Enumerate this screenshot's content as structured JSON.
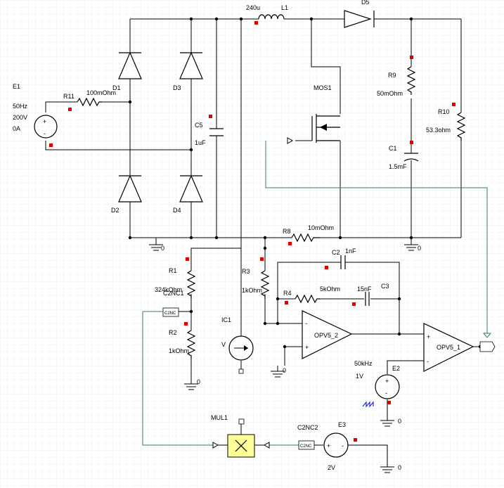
{
  "components": {
    "E1": {
      "name": "E1",
      "freq": "50Hz",
      "voltage": "200V",
      "phase": "0A"
    },
    "R11": {
      "name": "R11",
      "value": "100mOhm"
    },
    "D1": {
      "name": "D1"
    },
    "D2": {
      "name": "D2"
    },
    "D3": {
      "name": "D3"
    },
    "D4": {
      "name": "D4"
    },
    "D5": {
      "name": "D5"
    },
    "C5": {
      "name": "C5",
      "value": "1uF"
    },
    "L1": {
      "name": "L1",
      "value": "240u"
    },
    "MOS1": {
      "name": "MOS1"
    },
    "R9": {
      "name": "R9",
      "value": "50mOhm"
    },
    "C1": {
      "name": "C1",
      "value": "1.5mF"
    },
    "R10": {
      "name": "R10",
      "value": "53.3ohm"
    },
    "R8": {
      "name": "R8",
      "value": "10mOhm"
    },
    "R1": {
      "name": "R1",
      "value": "324kOhm"
    },
    "R2": {
      "name": "R2",
      "value": "1kOhm"
    },
    "R3": {
      "name": "R3",
      "value": "1kOhm"
    },
    "R4": {
      "name": "R4",
      "value": "5kOhm"
    },
    "C2": {
      "name": "C2",
      "value": "1nF"
    },
    "C3": {
      "name": "C3",
      "value": "15nF"
    },
    "C2NC1": {
      "name": "C2NC1"
    },
    "C2NC2": {
      "name": "C2NC2"
    },
    "IC1": {
      "name": "IC1"
    },
    "OPV5_2": {
      "name": "OPV5_2"
    },
    "OPV5_1": {
      "name": "OPV5_1"
    },
    "E2": {
      "name": "E2",
      "freq": "50kHz",
      "voltage": "1V"
    },
    "E3": {
      "name": "E3",
      "voltage": "2V"
    },
    "MUL1": {
      "name": "MUL1"
    }
  },
  "ground_label": "0",
  "glyphs": {
    "plus": "+",
    "minus": "-",
    "v": "V",
    "c2nc": "C2NC"
  }
}
